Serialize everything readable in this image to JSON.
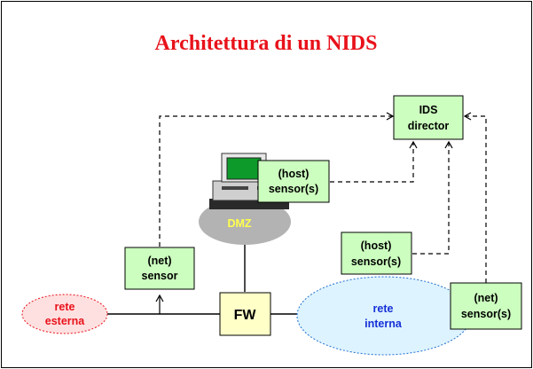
{
  "title": "Architettura di un NIDS",
  "nodes": {
    "ids_director": {
      "line1": "IDS",
      "line2": "director"
    },
    "host_sensor_dmz": {
      "line1": "(host)",
      "line2": "sensor(s)"
    },
    "dmz": {
      "label": "DMZ"
    },
    "host_sensor_int": {
      "line1": "(host)",
      "line2": "sensor(s)"
    },
    "net_sensor_ext": {
      "line1": "(net)",
      "line2": "sensor"
    },
    "fw": {
      "label": "FW"
    },
    "rete_esterna": {
      "line1": "rete",
      "line2": "esterna"
    },
    "rete_interna": {
      "line1": "rete",
      "line2": "interna"
    },
    "net_sensor_int": {
      "line1": "(net)",
      "line2": "sensor(s)"
    }
  },
  "colors": {
    "title": "#e8121a",
    "sensor_box_fill": "#ccffbf",
    "fw_box_fill": "#ffffc8",
    "dmz_fill": "#b3b3b3",
    "rete_esterna_fill": "#ffe0e0",
    "rete_interna_fill": "#ddf3ff"
  },
  "icons": {
    "workstation": "computer-icon"
  }
}
